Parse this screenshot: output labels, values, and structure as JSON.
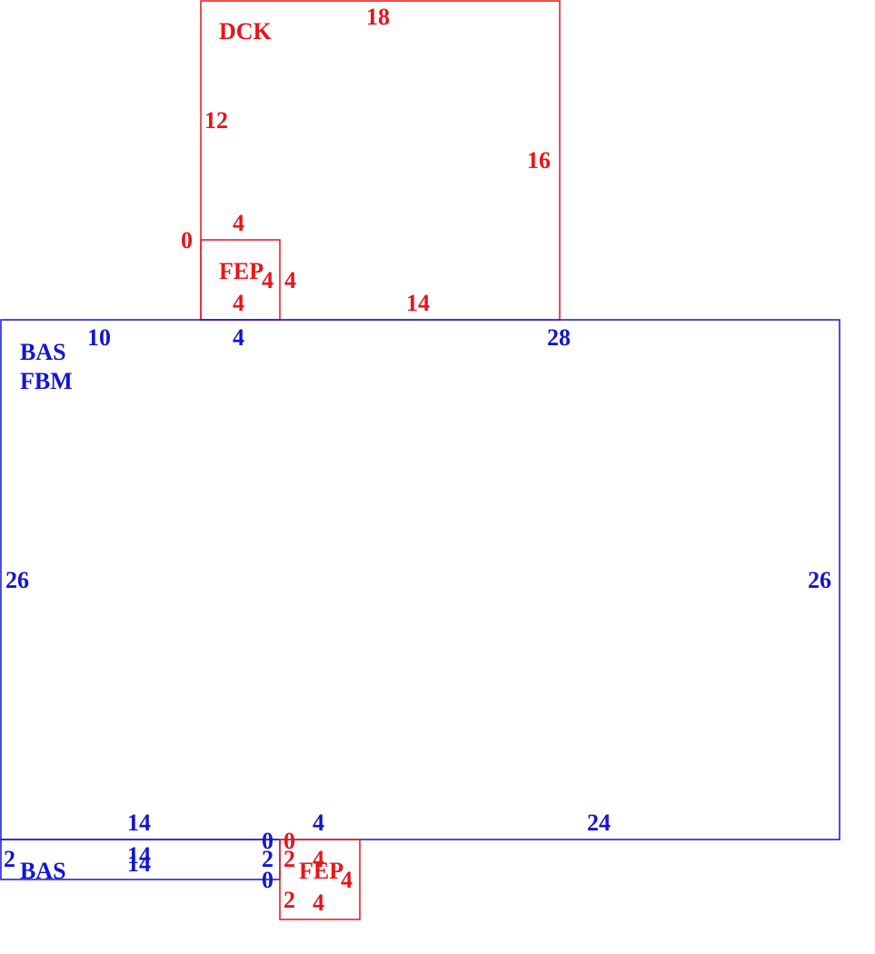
{
  "colors": {
    "red": "#e8141c",
    "blue": "#1414d2"
  },
  "dck": {
    "name": "DCK",
    "top": "18",
    "left": "12",
    "right": "16",
    "bottom": "14",
    "origin": "0"
  },
  "fep_top": {
    "name": "FEP",
    "top": "4",
    "bottom": "4",
    "left": "4",
    "right": "4"
  },
  "bas_fbm": {
    "name_line1": "BAS",
    "name_line2": "FBM",
    "top_left": "10",
    "top_mid": "4",
    "top_right": "28",
    "left": "26",
    "right": "26",
    "bottom_left": "14",
    "bottom_mid": "4",
    "bottom_right": "24"
  },
  "bas_small": {
    "name": "BAS",
    "left": "2",
    "top": "14",
    "bottom": "14",
    "right": "2",
    "corner_top": "0",
    "corner_bottom": "0"
  },
  "fep_bottom": {
    "name": "FEP",
    "origin": "0",
    "top": "4",
    "left_top": "2",
    "left_bottom": "2",
    "right": "4",
    "bottom": "4"
  }
}
